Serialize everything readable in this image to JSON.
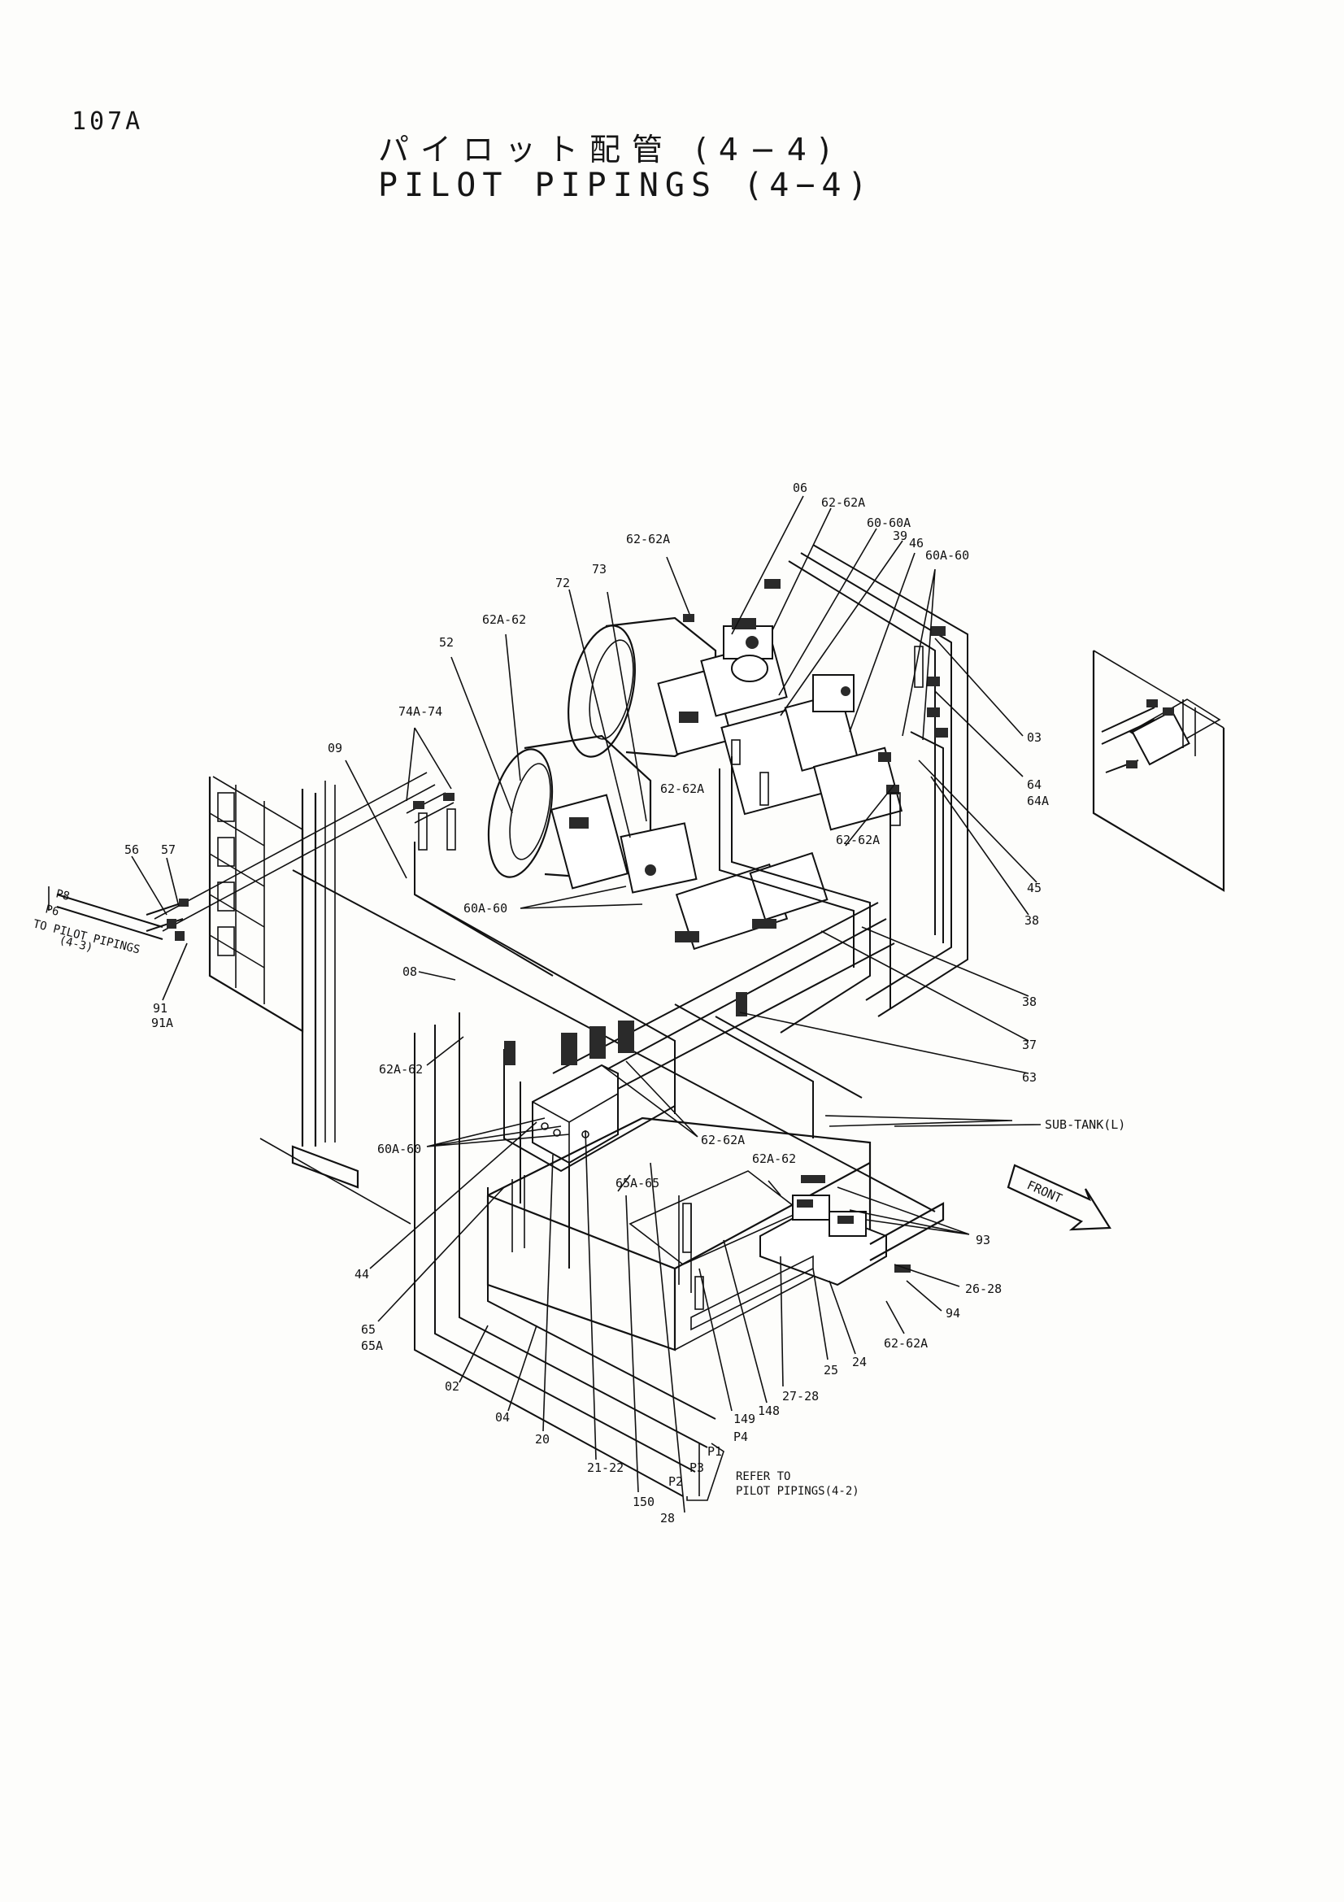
{
  "header": {
    "page_no": "107A",
    "title_jp": "パイロット配管 (4−4)",
    "title_en": "PILOT PIPINGS (4−4)"
  },
  "labels": {
    "l06": "06",
    "l62_62A_a": "62-62A",
    "l60_60A": "60-60A",
    "l39": "39",
    "l46": "46",
    "l60A_60_a": "60A-60",
    "l62_62A_b": "62-62A",
    "l73": "73",
    "l72": "72",
    "l62A_62_a": "62A-62",
    "l52": "52",
    "l74A_74": "74A-74",
    "l09": "09",
    "l03": "03",
    "l64": "64",
    "l64A": "64A",
    "l62_62A_c": "62-62A",
    "l62_62A_d": "62-62A",
    "l45": "45",
    "l38_a": "38",
    "l38_b": "38",
    "l37": "37",
    "l63": "63",
    "l56": "56",
    "l57": "57",
    "lP8": "P8",
    "lP6": "P6",
    "l_to_pilot": "TO PILOT PIPINGS",
    "l_to_pilot_ref": "(4-3)",
    "l91": "91",
    "l91A": "91A",
    "l60A_60_b": "60A-60",
    "l08": "08",
    "l62A_62_b": "62A-62",
    "l60A_60_c": "60A-60",
    "l62_62A_e": "62-62A",
    "l_subtank": "SUB-TANK(L)",
    "l_front": "FRONT",
    "l65A_65": "65A-65",
    "l62A_62_c": "62A-62",
    "l93": "93",
    "l26_28": "26-28",
    "l94": "94",
    "l62_62A_f": "62-62A",
    "l44": "44",
    "l65": "65",
    "l65A": "65A",
    "l02": "02",
    "l04": "04",
    "l20": "20",
    "l21_22": "21-22",
    "l149": "149",
    "l148": "148",
    "l27_28": "27-28",
    "l25": "25",
    "l24": "24",
    "lP4": "P4",
    "lP1": "P1",
    "lP3": "P3",
    "lP2": "P2",
    "l150": "150",
    "l28": "28",
    "l_refer": "REFER TO",
    "l_refer_ref": "PILOT PIPINGS(4-2)"
  }
}
